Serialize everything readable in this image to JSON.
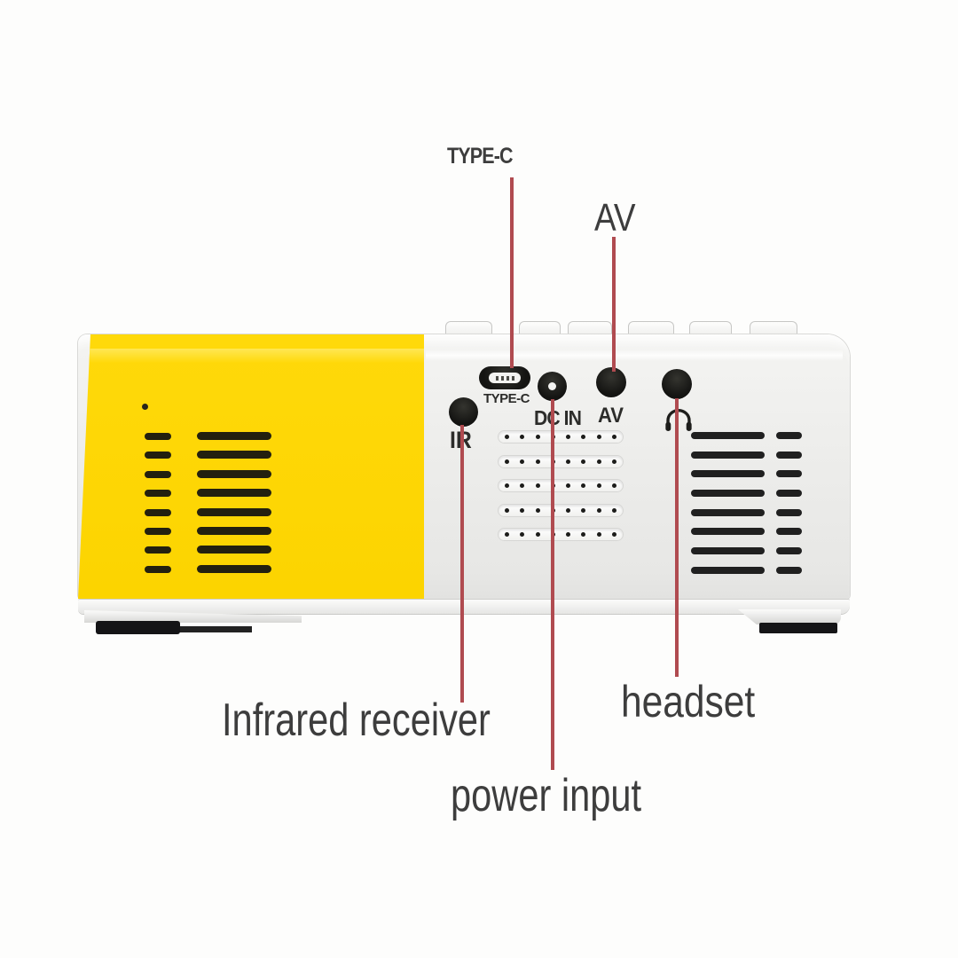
{
  "colors": {
    "background": "#fdfdfc",
    "accent_line": "#b04b50",
    "label_text": "#3d3d3d",
    "device_yellow": "#ffd90a",
    "port_black": "#141412",
    "body_light": "#efefed"
  },
  "callouts": {
    "type_c": "TYPE-C",
    "av": "AV",
    "infrared_receiver": "Infrared receiver",
    "power_input": "power input",
    "headset": "headset"
  },
  "device": {
    "port_labels": {
      "type_c": "TYPE-C",
      "ir": "IR",
      "dc_in": "DC IN",
      "av": "AV"
    },
    "headset_icon": "headphone-icon",
    "structure": {
      "top_tabs": 6,
      "yellow_vent_rows": 8,
      "right_vent_rows": 8,
      "grille_rows": 5,
      "grille_dots_per_row": 8,
      "usb_pins": 4
    }
  }
}
